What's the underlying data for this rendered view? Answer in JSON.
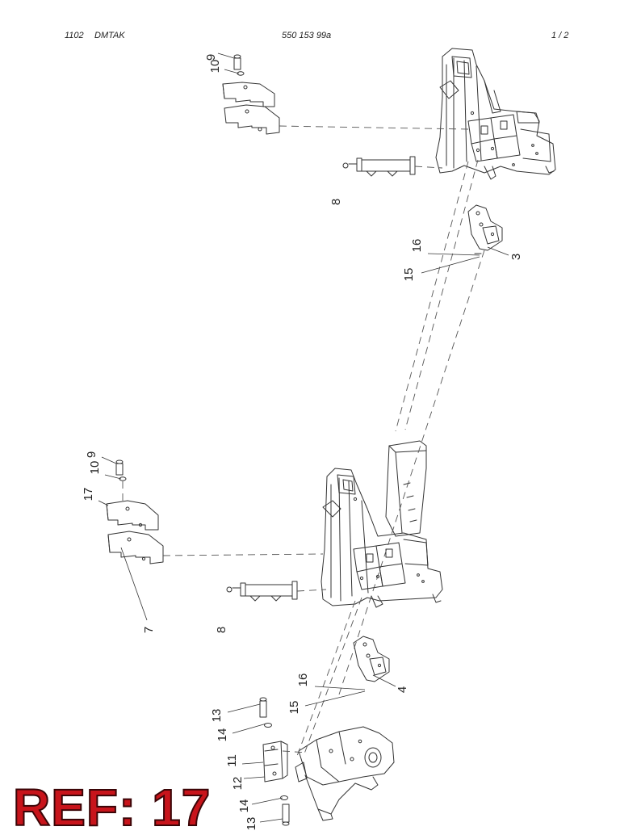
{
  "header": {
    "date_code": "1102",
    "model": "DMTAK",
    "part_number": "550 153 99a",
    "page": "1 / 2"
  },
  "callouts": {
    "c8_top": "8",
    "c9_top": "9",
    "c10_top": "10",
    "c16_top": "16",
    "c15_top": "15",
    "c3": "3",
    "c9_mid": "9",
    "c10_mid": "10",
    "c17": "17",
    "c7": "7",
    "c8_mid": "8",
    "c16_bot": "16",
    "c15_bot": "15",
    "c4": "4",
    "c13_a": "13",
    "c14_a": "14",
    "c11": "11",
    "c12": "12",
    "c14_b": "14",
    "c13_b": "13"
  },
  "reference": {
    "text": "REF: 17",
    "color": "#c8141b"
  }
}
